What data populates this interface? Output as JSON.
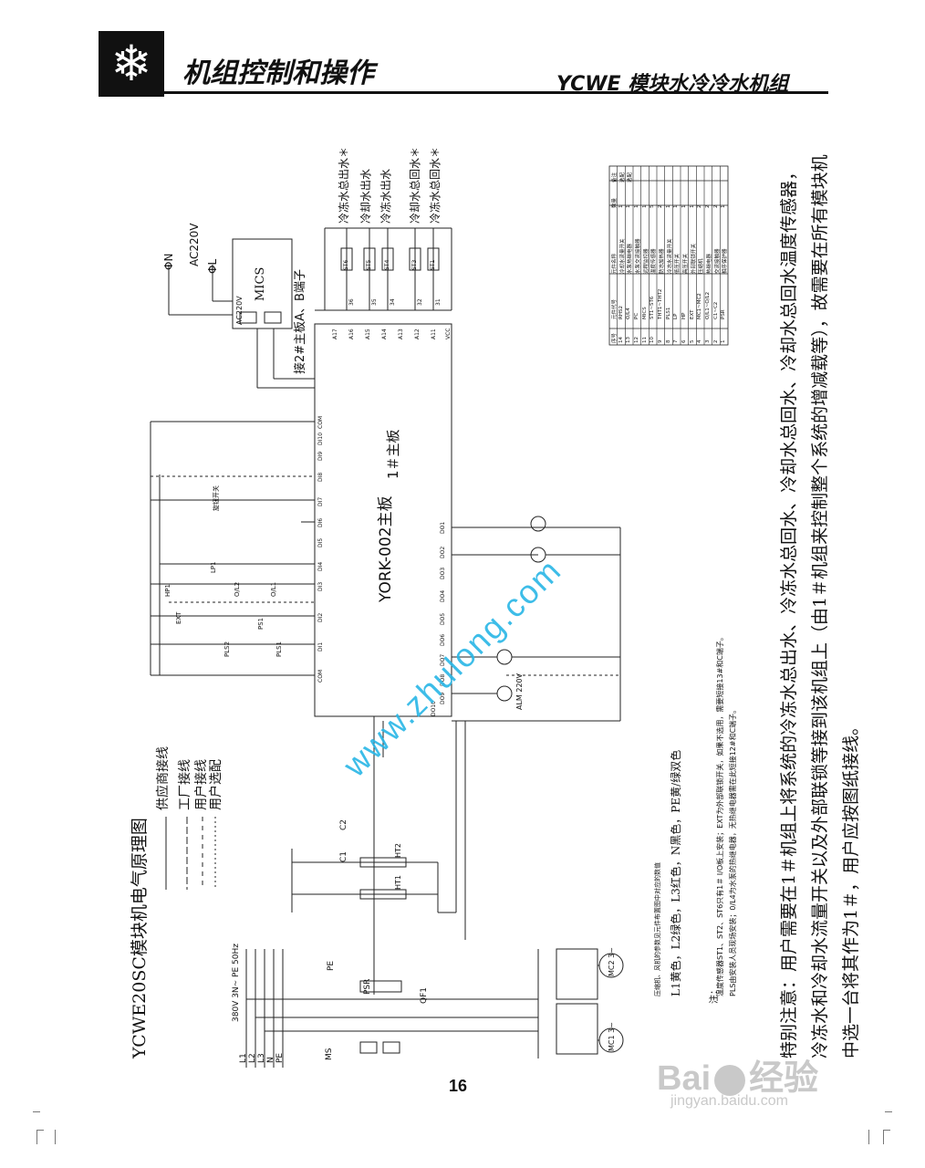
{
  "header": {
    "section_title": "机组控制和操作",
    "product_title": "YCWE 模块水冷冷水机组",
    "logo_icon": "snowflake-icon"
  },
  "diagram": {
    "title": "YCWE20SC模块机电气原理图",
    "legend": [
      "供应商接线",
      "工厂接线",
      "用户接线",
      "用户选配"
    ],
    "board_label": "YORK-002主板",
    "board_label_2": "1＃主板",
    "mics_label": "MICS",
    "mics_ac": "AC220V",
    "power_ac": "AC220V",
    "phi_n": "ΦN",
    "phi_l": "ΦL",
    "link_label": "接2#主板A、B端子",
    "lamp_label": "ALM 220V",
    "supply_label": "380V 3N~ PE 50Hz",
    "supply_lines": [
      "L1",
      "L2",
      "L3",
      "N",
      "PE"
    ],
    "contactors": [
      "C1",
      "C2"
    ],
    "heaters": [
      "HT1",
      "HT2"
    ],
    "motors": [
      "MC1 3~",
      "MC2 3~"
    ],
    "breaker_label": "QF1",
    "psr_label": "PSR",
    "pe_label": "PE",
    "ms_label": "MS",
    "sensors": [
      "冷冻水总出水＊",
      "冷却水出水",
      "冷冻水出水",
      "冷却水总回水＊",
      "冷冻水总回水＊"
    ],
    "sensor_codes": [
      "ST6",
      "ST5",
      "ST4",
      "ST3",
      "ST1"
    ],
    "sensor_pins": [
      "36",
      "35",
      "34",
      "32",
      "31"
    ],
    "analog_pins": [
      "A17",
      "A16",
      "A15",
      "A14",
      "A13",
      "A12",
      "A11",
      "VCC"
    ],
    "digital_inputs": [
      "COM",
      "DI1",
      "DI2",
      "DI3",
      "DI4",
      "DI5",
      "DI6",
      "DI7",
      "DI8",
      "DI9",
      "DI10",
      "COM"
    ],
    "outputs": [
      "DO1",
      "DO2",
      "DO3",
      "DO4",
      "DO5",
      "DO6",
      "DO7",
      "DO8",
      "DO9",
      "DO10"
    ],
    "switches": [
      "PLS1",
      "PLS2",
      "PS1",
      "EXT",
      "O/L1",
      "O/L2",
      "HP1",
      "LP1",
      "旋钮开关"
    ],
    "notes_title": "注：",
    "notes": [
      "压缩机、风机的参数见元件布置图中对应的数值",
      "L1黄色，L2绿色，L3红色，N黑色，PE黄/绿双色",
      "温度传感器ST1、ST2、ST6只有1＃ I/O板上安装；EXT为外部联锁开关，如果不选用，需要短接13#和C端子。",
      "PLS由安装人员现场安装；0/L4为水泵的热继电器，无热继电器需在此短接12#和C端子。"
    ],
    "special_note": "特别注意：用户需要在1＃机组上将系统的冷冻水总出水、冷冻水总回水、冷却水总回水、冷却水总回水温度传感器，冷冻水和冷却水流量开关以及外部联锁等接到该机组上（由1＃机组来控制整个系统的增减载等），故需要在所有模块机中选一台将其作为1＃，用户应按图纸接线。"
  },
  "parts_table": {
    "headers": [
      "序号",
      "元件代号",
      "元件名称",
      "数量",
      "备注"
    ],
    "rows": [
      [
        "14",
        "RHS2",
        "冷却水流量开关",
        "1",
        "选配"
      ],
      [
        "13",
        "O/L4",
        "水泵热继电器",
        "1",
        "选配"
      ],
      [
        "12",
        "PC",
        "水泵交流接触器",
        "1",
        ""
      ],
      [
        "11",
        "MICS",
        "远程监控器",
        "1",
        ""
      ],
      [
        "10",
        "ST1~ST6",
        "温度传感器",
        "5",
        ""
      ],
      [
        "9",
        "THT1~THT2",
        "防冻加热器",
        "2",
        ""
      ],
      [
        "8",
        "PLS1",
        "冷冻水流量开关",
        "1",
        ""
      ],
      [
        "7",
        "LP",
        "低压开关",
        "1",
        ""
      ],
      [
        "6",
        "HP",
        "高压开关",
        "1",
        ""
      ],
      [
        "5",
        "EXT",
        "外部联锁开关",
        "1",
        ""
      ],
      [
        "4",
        "MC1~MC2",
        "压缩机",
        "2",
        ""
      ],
      [
        "3",
        "O/L1~O/L2",
        "热继电器",
        "2",
        ""
      ],
      [
        "2",
        "C1~C2",
        "交流接触器",
        "2",
        ""
      ],
      [
        "1",
        "PSR",
        "相序保护器",
        "1",
        ""
      ]
    ]
  },
  "page_number": "16",
  "watermarks": {
    "zhulong": "www.zhulong.com",
    "baidu_left": "Bai",
    "baidu_right": "经验",
    "baidu_url": "jingyan.baidu.com"
  }
}
